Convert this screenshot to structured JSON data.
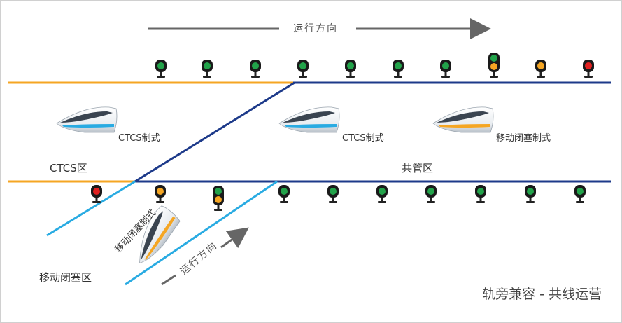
{
  "labels": {
    "direction_top": "运行方向",
    "direction_bottom": "运行方向",
    "ctcs_zone": "CTCS区",
    "shared_zone": "共管区",
    "moving_block_zone": "移动闭塞区",
    "train1": "CTCS制式",
    "train2": "CTCS制式",
    "train3": "移动闭塞制式",
    "train4": "移动闭塞制式",
    "caption": "轨旁兼容 - 共线运营"
  },
  "colors": {
    "orange_track": "#f5a623",
    "navy_track": "#1d3a8a",
    "light_blue_track": "#29abe2",
    "arrow": "#666666",
    "signal_green": "#22a34a",
    "signal_yellow": "#f5a623",
    "signal_red": "#e02020"
  },
  "signals_top": [
    "green",
    "green",
    "green",
    "green",
    "green",
    "green",
    "green",
    "green+yellow",
    "yellow",
    "red"
  ],
  "signals_bottom": [
    "red",
    "yellow",
    "green+yellow",
    "green",
    "green",
    "green",
    "green",
    "green",
    "green",
    "green"
  ]
}
